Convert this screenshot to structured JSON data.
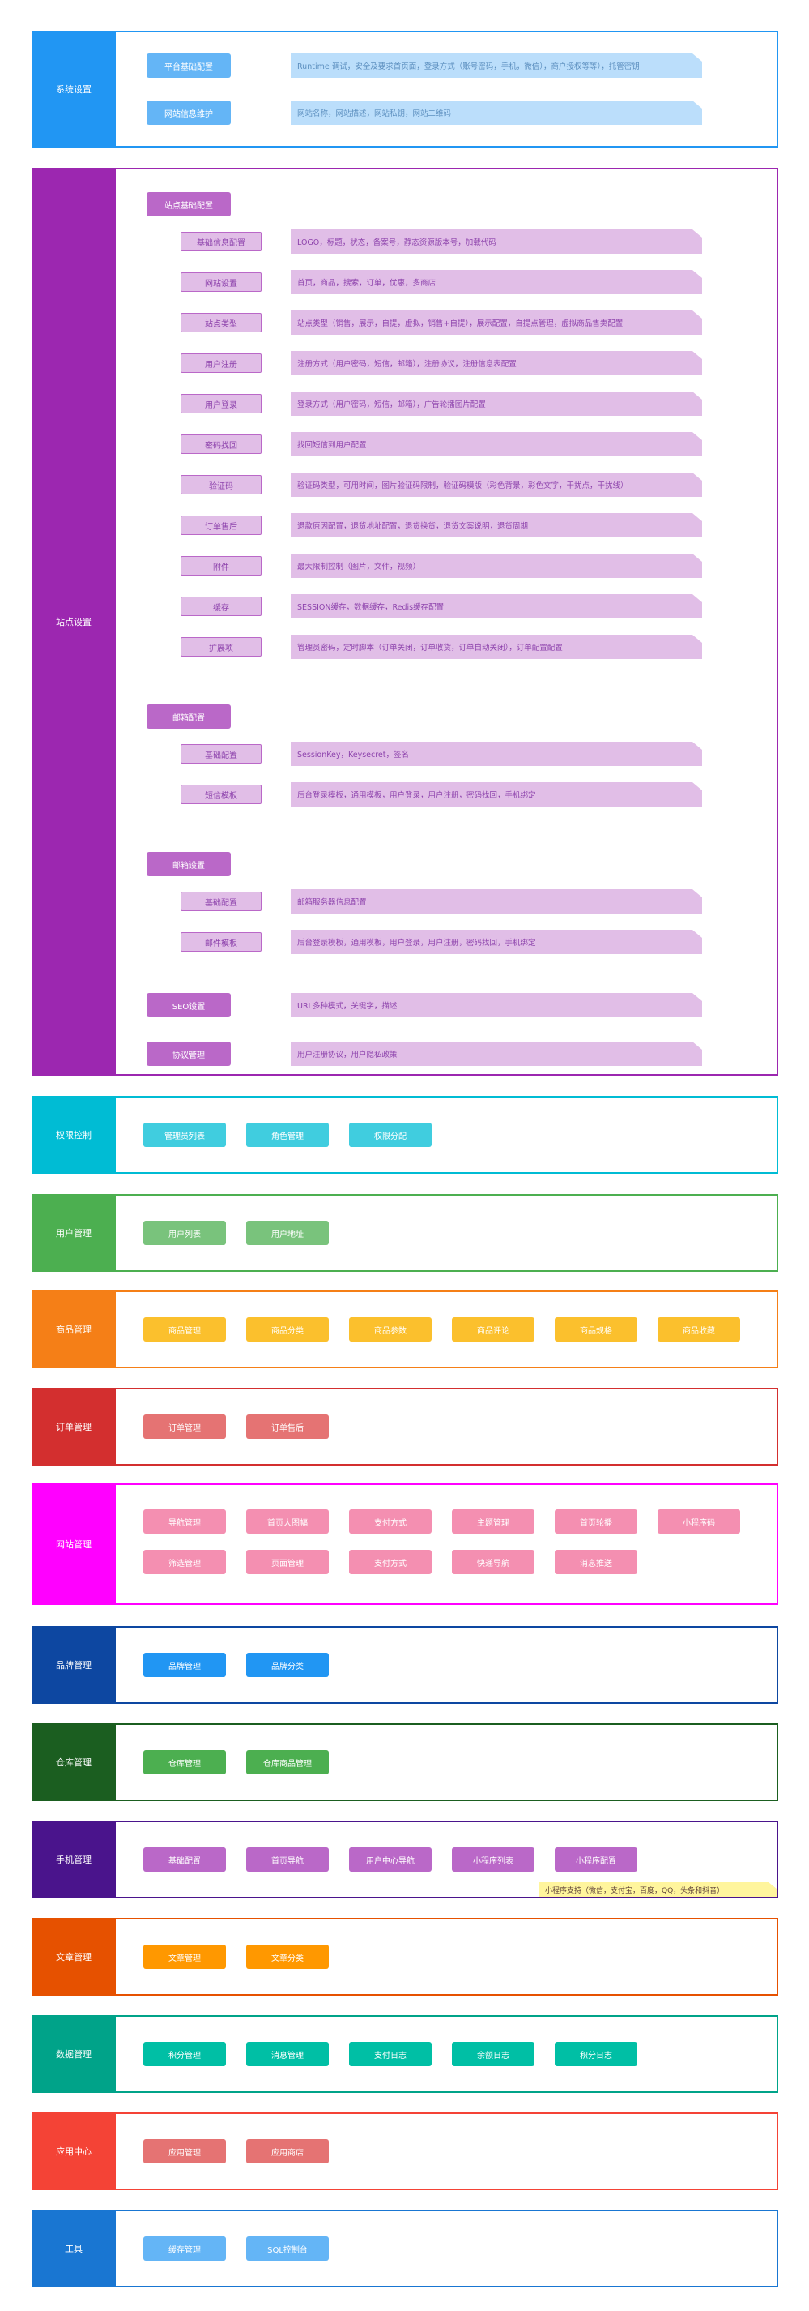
{
  "sections": [
    {
      "key": "system",
      "title": "系统设置",
      "color": "#2196f3",
      "buttons": [
        "平台基础配置",
        "网站信息维护"
      ],
      "descs": [
        "Runtime 调试，安全及要求首页面，登录方式（账号密码，手机，微信），商户授权等等），托管密钥",
        "网站名称，网站描述，网站私钥，网站二维码"
      ]
    },
    {
      "key": "site",
      "title": "站点设置",
      "color": "#9c27b0",
      "groups": [
        {
          "label": "站点基础配置",
          "items": [
            {
              "label": "基础信息配置",
              "desc": "LOGO，标题，状态，备案号，静态资源版本号，加载代码"
            },
            {
              "label": "网站设置",
              "desc": "首页，商品，搜索，订单，优惠，多商店"
            },
            {
              "label": "站点类型",
              "desc": "站点类型（销售，展示，自提，虚拟，销售+自提），展示配置，自提点管理，虚拟商品售卖配置"
            },
            {
              "label": "用户注册",
              "desc": "注册方式（用户密码，短信，邮箱），注册协议，注册信息表配置"
            },
            {
              "label": "用户登录",
              "desc": "登录方式（用户密码，短信，邮箱），广告轮播图片配置"
            },
            {
              "label": "密码找回",
              "desc": "找回短信到用户配置"
            },
            {
              "label": "验证码",
              "desc": "验证码类型，可用时间，图片验证码限制，验证码模版（彩色背景，彩色文字，干扰点，干扰线）"
            },
            {
              "label": "订单售后",
              "desc": "退款原因配置，退货地址配置，退货换货，退货文案说明，退货周期"
            },
            {
              "label": "附件",
              "desc": "最大限制控制（图片，文件，视频）"
            },
            {
              "label": "缓存",
              "desc": "SESSION缓存，数据缓存，Redis缓存配置"
            },
            {
              "label": "扩展项",
              "desc": "管理员密码，定时脚本（订单关闭，订单收货，订单自动关闭），订单配置配置"
            }
          ]
        },
        {
          "label": "邮箱配置",
          "items": [
            {
              "label": "基础配置",
              "desc": "SessionKey，Keysecret，签名"
            },
            {
              "label": "短信模板",
              "desc": "后台登录模板，通用模板，用户登录，用户注册，密码找回，手机绑定"
            }
          ]
        },
        {
          "label": "邮箱设置",
          "items": [
            {
              "label": "基础配置",
              "desc": "邮箱服务器信息配置"
            },
            {
              "label": "邮件模板",
              "desc": "后台登录模板，通用模板，用户登录，用户注册，密码找回，手机绑定"
            }
          ]
        }
      ],
      "tail": [
        {
          "label": "SEO设置",
          "desc": "URL多种模式，关键字，描述"
        },
        {
          "label": "协议管理",
          "desc": "用户注册协议，用户隐私政策"
        }
      ]
    },
    {
      "key": "perm",
      "title": "权限控制",
      "color": "#00bcd4",
      "buttons": [
        "管理员列表",
        "角色管理",
        "权限分配"
      ]
    },
    {
      "key": "user",
      "title": "用户管理",
      "color": "#4caf50",
      "buttons": [
        "用户列表",
        "用户地址"
      ]
    },
    {
      "key": "goods",
      "title": "商品管理",
      "color": "#f57f17",
      "btnColor": "#fbc02d",
      "buttons": [
        "商品管理",
        "商品分类",
        "商品参数",
        "商品评论",
        "商品规格",
        "商品收藏"
      ]
    },
    {
      "key": "order",
      "title": "订单管理",
      "color": "#d32f2f",
      "btnColor": "#e57373",
      "buttons": [
        "订单管理",
        "订单售后"
      ]
    },
    {
      "key": "web",
      "title": "网站管理",
      "color": "#ff00ff",
      "btnColor": "#f48fb1",
      "buttons": [
        "导航管理",
        "首页大图幅",
        "支付方式",
        "主题管理",
        "首页轮播",
        "小程序码",
        "筛选管理",
        "页面管理",
        "支付方式",
        "快递导航",
        "消息推送"
      ]
    },
    {
      "key": "brand",
      "title": "品牌管理",
      "color": "#0d47a1",
      "btnColor": "#2196f3",
      "buttons": [
        "品牌管理",
        "品牌分类"
      ]
    },
    {
      "key": "warehouse",
      "title": "仓库管理",
      "color": "#1b5e20",
      "btnColor": "#4caf50",
      "buttons": [
        "仓库管理",
        "仓库商品管理"
      ]
    },
    {
      "key": "mobile",
      "title": "手机管理",
      "color": "#4a148c",
      "btnColor": "#ba68c8",
      "buttons": [
        "基础配置",
        "首页导航",
        "用户中心导航",
        "小程序列表",
        "小程序配置"
      ],
      "note": "小程序支持（微信，支付宝，百度，QQ，头条和抖音）"
    },
    {
      "key": "article",
      "title": "文章管理",
      "color": "#e65100",
      "btnColor": "#ff9800",
      "buttons": [
        "文章管理",
        "文章分类"
      ]
    },
    {
      "key": "data",
      "title": "数据管理",
      "color": "#00a389",
      "btnColor": "#00bfa5",
      "buttons": [
        "积分管理",
        "消息管理",
        "支付日志",
        "余额日志",
        "积分日志"
      ]
    },
    {
      "key": "app",
      "title": "应用中心",
      "color": "#f44336",
      "btnColor": "#e57373",
      "buttons": [
        "应用管理",
        "应用商店"
      ]
    },
    {
      "key": "tools",
      "title": "工具",
      "color": "#1976d2",
      "btnColor": "#64b5f6",
      "buttons": [
        "缓存管理",
        "SQL控制台"
      ]
    }
  ]
}
